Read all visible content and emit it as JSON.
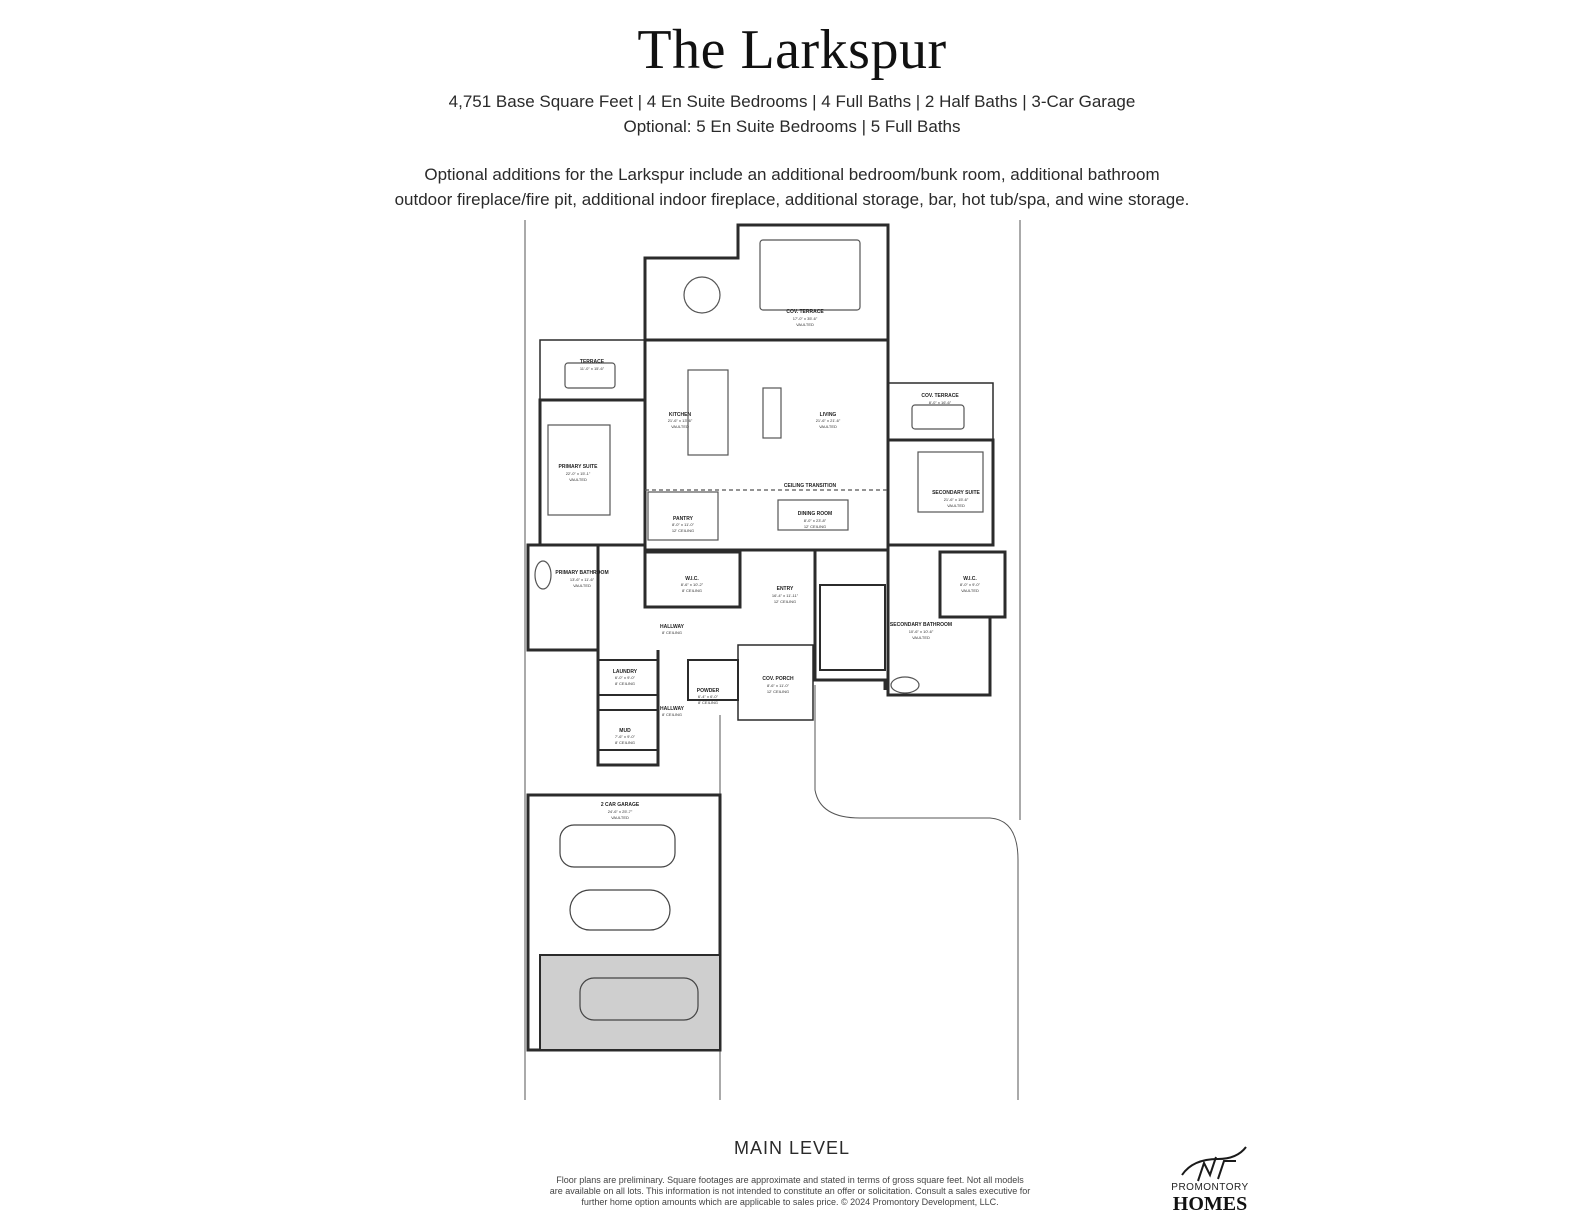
{
  "header": {
    "title": "The Larkspur",
    "spec_line1": "4,751 Base Square Feet  |  4 En Suite Bedrooms  | 4 Full Baths  |  2 Half Baths  |  3-Car Garage",
    "spec_line2": "Optional: 5 En Suite Bedrooms  | 5 Full Baths",
    "description_line1": "Optional additions for the Larkspur include an additional bedroom/bunk room, additional bathroom",
    "description_line2": "outdoor fireplace/fire pit, additional indoor fireplace, additional storage, bar, hot tub/spa, and wine storage."
  },
  "plan": {
    "rooms": [
      {
        "id": "cov-terrace-top",
        "name": "COV. TERRACE",
        "size": "17'-0\" x 35'-6\"",
        "note": "VAULTED"
      },
      {
        "id": "terrace-left",
        "name": "TERRACE",
        "size": "11'-0\" x 15'-6\"",
        "note": ""
      },
      {
        "id": "kitchen",
        "name": "KITCHEN",
        "size": "21'-6\" x 13'-6\"",
        "note": "VAULTED"
      },
      {
        "id": "living",
        "name": "LIVING",
        "size": "21'-6\" x 21'-6\"",
        "note": "VAULTED"
      },
      {
        "id": "cov-terrace-right",
        "name": "COV. TERRACE",
        "size": "8'-0\" x 16'-6\"",
        "note": ""
      },
      {
        "id": "primary-suite",
        "name": "PRIMARY SUITE",
        "size": "22'-0\" x 15'-1\"",
        "note": "VAULTED"
      },
      {
        "id": "secondary-suite",
        "name": "SECONDARY SUITE",
        "size": "21'-6\" x 15'-6\"",
        "note": "VAULTED"
      },
      {
        "id": "pantry",
        "name": "PANTRY",
        "size": "8'-0\" x 11'-0\"",
        "note": "12' CEILING"
      },
      {
        "id": "dining-room",
        "name": "DINING ROOM",
        "size": "8'-0\" x 23'-8\"",
        "note": "12' CEILING"
      },
      {
        "id": "primary-bathroom",
        "name": "PRIMARY BATHROOM",
        "size": "13'-6\" x 11'-6\"",
        "note": "VAULTED"
      },
      {
        "id": "wic-left",
        "name": "W.I.C.",
        "size": "8'-6\" x 10'-2\"",
        "note": "8' CEILING"
      },
      {
        "id": "entry",
        "name": "ENTRY",
        "size": "16'-4\" x 11'-11\"",
        "note": "12' CEILING"
      },
      {
        "id": "wic-right",
        "name": "W.I.C.",
        "size": "8'-0\" x 9'-0\"",
        "note": "VAULTED"
      },
      {
        "id": "hallway-1",
        "name": "HALLWAY",
        "size": "",
        "note": "8' CEILING"
      },
      {
        "id": "secondary-bathroom",
        "name": "SECONDARY BATHROOM",
        "size": "10'-6\" x 10'-6\"",
        "note": "VAULTED"
      },
      {
        "id": "laundry",
        "name": "LAUNDRY",
        "size": "6'-0\" x 9'-0\"",
        "note": "8' CEILING"
      },
      {
        "id": "cov-porch",
        "name": "COV. PORCH",
        "size": "8'-6\" x 11'-0\"",
        "note": "12' CEILING"
      },
      {
        "id": "powder",
        "name": "POWDER",
        "size": "6'-4\" x 6'-0\"",
        "note": "8' CEILING"
      },
      {
        "id": "hallway-2",
        "name": "HALLWAY",
        "size": "",
        "note": "8' CEILING"
      },
      {
        "id": "mud",
        "name": "MUD",
        "size": "7'-6\" x 9'-0\"",
        "note": "8' CEILING"
      },
      {
        "id": "garage",
        "name": "2 CAR GARAGE",
        "size": "24'-6\" x 25'-7\"",
        "note": "VAULTED"
      }
    ],
    "ceiling_transition": "CEILING TRANSITION",
    "level_label": "MAIN LEVEL"
  },
  "footer": {
    "disclaimer_line1": "Floor plans are preliminary. Square footages are approximate and stated in terms of gross square feet. Not all models",
    "disclaimer_line2": "are available on all lots. This information is not intended to constitute an offer or solicitation. Consult a sales executive for",
    "disclaimer_line3": "further home option amounts which are applicable to sales price. © 2024 Promontory Development, LLC.",
    "logo_line1": "PROMONTORY",
    "logo_line2": "HOMES"
  }
}
